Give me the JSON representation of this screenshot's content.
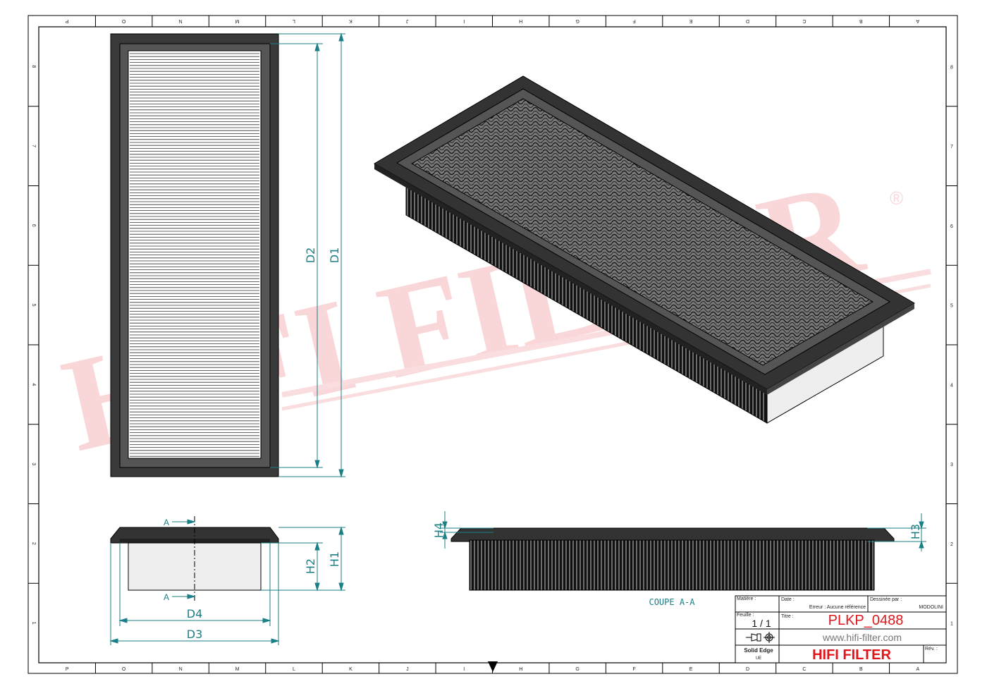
{
  "border": {
    "columns": [
      "P",
      "O",
      "N",
      "M",
      "L",
      "K",
      "J",
      "I",
      "H",
      "G",
      "F",
      "E",
      "D",
      "C",
      "B",
      "A"
    ],
    "rows": [
      "8",
      "7",
      "6",
      "5",
      "4",
      "3",
      "2",
      "1"
    ]
  },
  "watermark": {
    "text": "HIFI FILTER",
    "symbol": "®",
    "color": "#f7c9cc"
  },
  "dimensions": {
    "d1": "D1",
    "d2": "D2",
    "d3": "D3",
    "d4": "D4",
    "h1": "H1",
    "h2": "H2",
    "h3": "H3",
    "h4": "H4",
    "section_mark_top": "A",
    "section_mark_bottom": "A",
    "section_label": "COUPE A-A",
    "color": "#1a7f86"
  },
  "title_block": {
    "matiere_label": "Matière :",
    "date_label": "Date :",
    "date_value": "Erreur : Aucune référence",
    "dessinateur_label": "Dessinée par :",
    "dessinateur_value": "MODOLINI",
    "feuille_label": "Feuille :",
    "feuille_value": "1 / 1",
    "titre_label": "Titre :",
    "titre_value": "PLKP_0488",
    "website": "www.hifi-filter.com",
    "software": "Solid Edge",
    "software_sub": "UE",
    "brand": "HIFI FILTER",
    "rev_label": "Rév. :",
    "accent_color": "#e0161b"
  }
}
